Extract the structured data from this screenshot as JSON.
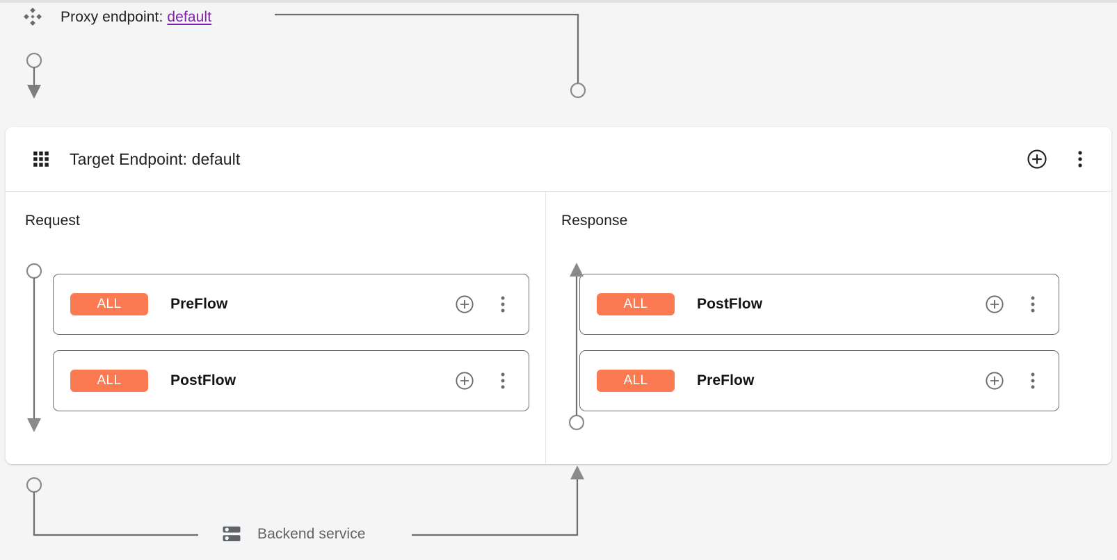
{
  "proxy": {
    "icon": "proxy-endpoint-diamond-icon",
    "label_prefix": "Proxy endpoint:",
    "link_text": "default"
  },
  "target_endpoint": {
    "icon": "grid-apps-icon",
    "title": "Target Endpoint: default",
    "add_icon": "plus-circle-icon",
    "more_icon": "more-vertical-icon"
  },
  "columns": {
    "request": {
      "heading": "Request",
      "flows": [
        {
          "badge": "ALL",
          "name": "PreFlow",
          "add_icon": "plus-circle-icon",
          "more_icon": "more-vertical-icon"
        },
        {
          "badge": "ALL",
          "name": "PostFlow",
          "add_icon": "plus-circle-icon",
          "more_icon": "more-vertical-icon"
        }
      ]
    },
    "response": {
      "heading": "Response",
      "flows": [
        {
          "badge": "ALL",
          "name": "PostFlow",
          "add_icon": "plus-circle-icon",
          "more_icon": "more-vertical-icon"
        },
        {
          "badge": "ALL",
          "name": "PreFlow",
          "add_icon": "plus-circle-icon",
          "more_icon": "more-vertical-icon"
        }
      ]
    }
  },
  "backend": {
    "icon": "server-rack-icon",
    "label": "Backend service"
  },
  "colors": {
    "badge_orange": "#fb7a52",
    "link_purple": "#7d25a8",
    "connector_gray": "#6e6e6e",
    "page_background": "#f5f5f5",
    "panel_background": "#ffffff",
    "card_border": "#6b6b6b"
  }
}
